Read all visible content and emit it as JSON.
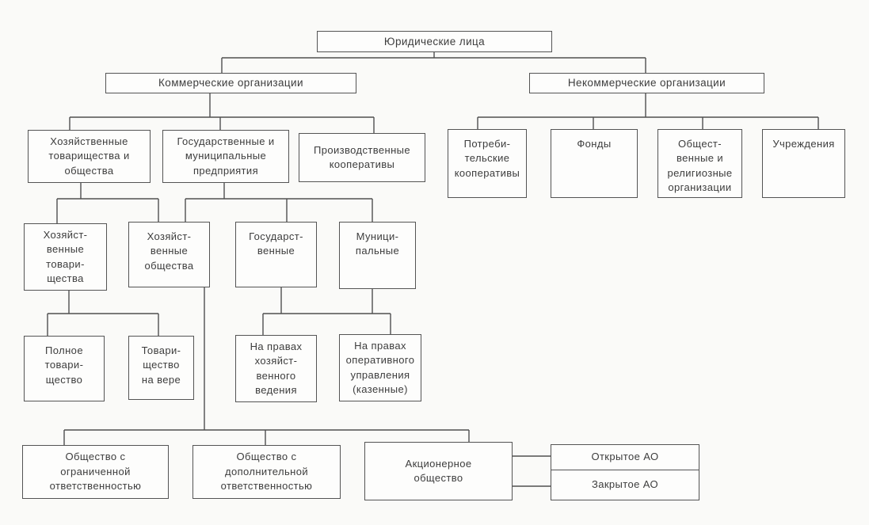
{
  "title": "Юридические лица",
  "colors": {
    "ink": "#4f4f4f",
    "paper": "#fafaf8",
    "text": "#3d3d3d"
  },
  "nodes": {
    "legal_entities": {
      "label": "Юридические лица"
    },
    "commercial": {
      "label": "Коммерческие организации"
    },
    "noncommercial": {
      "label": "Некоммерческие организации"
    },
    "partnerships_societies": {
      "label": "Хозяйственные\nтоварищества и\nобщества"
    },
    "state_municipal": {
      "label": "Государственные и\nмуниципальные\nпредприятия"
    },
    "production_coops": {
      "label": "Производственные\nкооперативы"
    },
    "consumer_coops": {
      "label": "Потреби-\nтельские\nкооперативы"
    },
    "funds": {
      "label": "Фонды"
    },
    "public_religious": {
      "label": "Общест-\nвенные и\nрелигиозные\nорганизации"
    },
    "institutions": {
      "label": "Учреждения"
    },
    "partnerships": {
      "label": "Хозяйст-\nвенные\nтовари-\nщества"
    },
    "societies": {
      "label": "Хозяйст-\nвенные\nобщества"
    },
    "state": {
      "label": "Государст-\nвенные"
    },
    "municipal": {
      "label": "Муници-\nпальные"
    },
    "full_partnership": {
      "label": "Полное\nтовари-\nщество"
    },
    "limited_partnership": {
      "label": "Товари-\nщество\nна вере"
    },
    "economic_mgmt": {
      "label": "На правах\nхозяйст-\nвенного\nведения"
    },
    "operational_mgmt": {
      "label": "На правах\nоперативного\nуправления\n(казенные)"
    },
    "ooo": {
      "label": "Общество с\nограниченной\nответственностью"
    },
    "odo": {
      "label": "Общество с\nдополнительной\nответственностью"
    },
    "ao": {
      "label": "Акционерное\nобщество"
    },
    "open_ao": {
      "label": "Открытое АО"
    },
    "closed_ao": {
      "label": "Закрытое АО"
    }
  }
}
